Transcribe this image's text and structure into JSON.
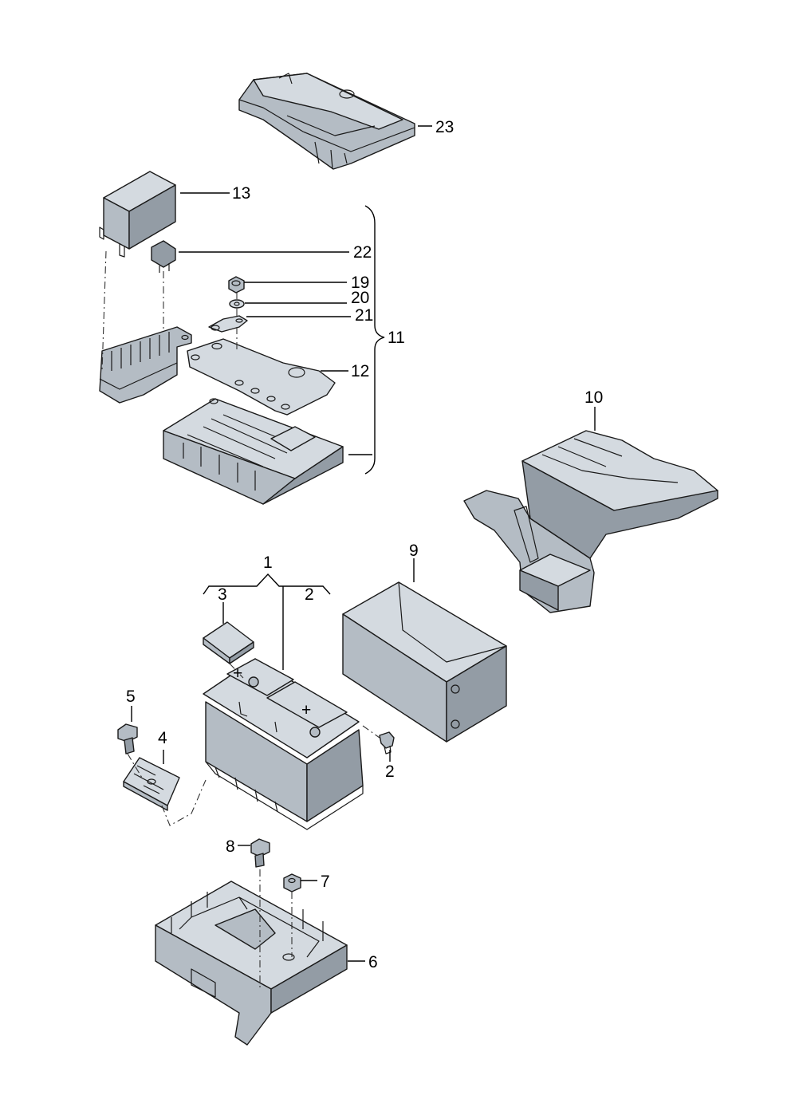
{
  "callouts": {
    "c1": "1",
    "c2_top": "2",
    "c2_bolt": "2",
    "c3": "3",
    "c4": "4",
    "c5": "5",
    "c6": "6",
    "c7": "7",
    "c8": "8",
    "c9": "9",
    "c10": "10",
    "c11": "11",
    "c12": "12",
    "c13": "13",
    "c19": "19",
    "c20": "20",
    "c21": "21",
    "c22": "22",
    "c23": "23"
  },
  "icons": {
    "battery_plus": "+"
  }
}
